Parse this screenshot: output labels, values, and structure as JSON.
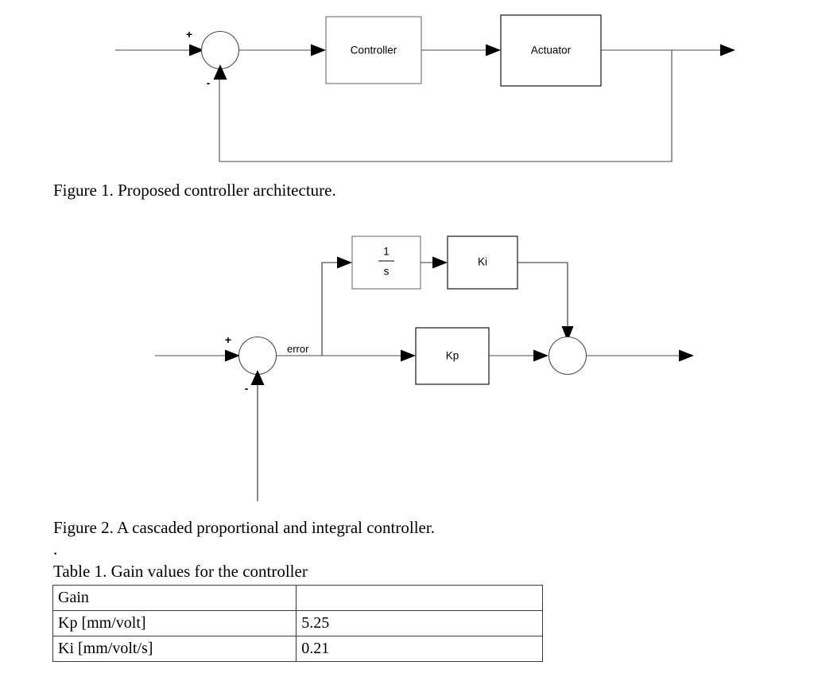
{
  "document": {
    "background_color": "#ffffff",
    "text_color": "#000000"
  },
  "figure1": {
    "caption": "Figure 1. Proposed controller architecture.",
    "summing_junction": {
      "plus_sign": "+",
      "minus_sign": "-"
    },
    "blocks": [
      {
        "label": "Controller"
      },
      {
        "label": "Actuator"
      }
    ]
  },
  "figure2": {
    "caption": "Figure 2. A cascaded proportional and integral controller.",
    "stray_text": ".",
    "summing_junction": {
      "plus_sign": "+",
      "minus_sign": "-"
    },
    "signal_label": "error",
    "blocks": [
      {
        "label_numerator": "1",
        "label_denominator": "s"
      },
      {
        "label": "Ki"
      },
      {
        "label": "Kp"
      }
    ]
  },
  "table1": {
    "caption": "Table 1. Gain values for the controller",
    "columns": [
      "Gain",
      ""
    ],
    "rows": [
      {
        "gain": "Kp [mm/volt]",
        "value": "5.25"
      },
      {
        "gain": "Ki [mm/volt/s]",
        "value": "0.21"
      }
    ]
  }
}
